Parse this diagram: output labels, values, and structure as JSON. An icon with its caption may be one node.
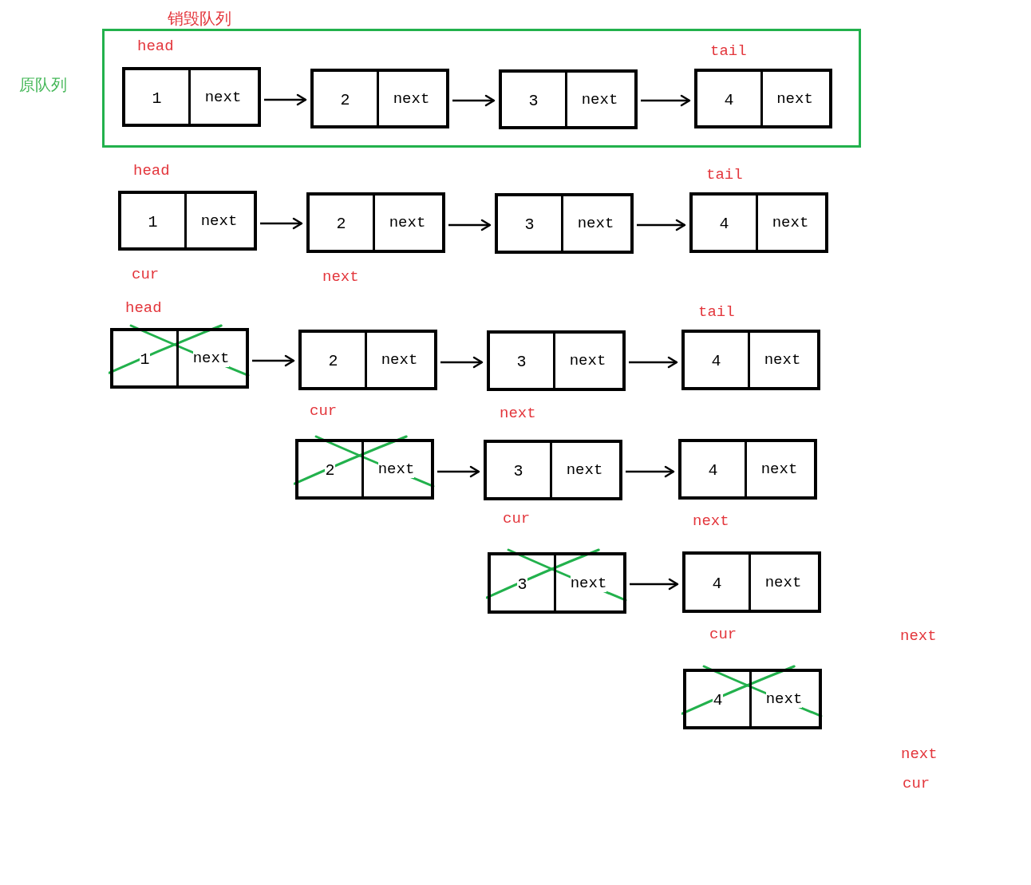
{
  "diagram": {
    "title": "销毁队列",
    "nodes": [
      {
        "text": [],
        "shape": "box",
        "beside": [
          "原队列"
        ]
      },
      {
        "text": [
          "1",
          "next"
        ],
        "in": 0,
        "beside": [
          "head"
        ]
      },
      {
        "text": [
          "2",
          "next"
        ],
        "in": 0
      },
      {
        "text": [
          "3",
          "next"
        ],
        "in": 0
      },
      {
        "text": [
          "4",
          "next"
        ],
        "in": 0,
        "beside": [
          "tail"
        ]
      },
      {
        "text": [
          "1",
          "next"
        ],
        "beside": [
          "head",
          "cur"
        ]
      },
      {
        "text": [
          "2",
          "next"
        ],
        "beside": [
          "next"
        ]
      },
      {
        "text": [
          "3",
          "next"
        ]
      },
      {
        "text": [
          "4",
          "next"
        ],
        "beside": [
          "tail"
        ]
      },
      {
        "text": [
          "1",
          "next"
        ],
        "beside": [
          "head"
        ]
      },
      {
        "text": [
          "2",
          "next"
        ],
        "beside": [
          "cur"
        ]
      },
      {
        "text": [
          "3",
          "next"
        ],
        "beside": [
          "next"
        ]
      },
      {
        "text": [
          "4",
          "next"
        ],
        "beside": [
          "tail"
        ]
      },
      {
        "text": [
          "2",
          "next"
        ]
      },
      {
        "text": [
          "3",
          "next"
        ],
        "beside": [
          "cur"
        ]
      },
      {
        "text": [
          "4",
          "next"
        ],
        "beside": [
          "next"
        ]
      },
      {
        "text": [
          "3",
          "next"
        ]
      },
      {
        "text": [
          "4",
          "next"
        ],
        "beside": [
          "cur"
        ]
      },
      {
        "text": [
          "4",
          "next"
        ]
      }
    ],
    "edges": [
      {
        "from": 1,
        "to": 2,
        "arrow": "to"
      },
      {
        "from": 2,
        "to": 3,
        "arrow": "to"
      },
      {
        "from": 3,
        "to": 4,
        "arrow": "to"
      },
      {
        "from": 5,
        "to": 6,
        "arrow": "to"
      },
      {
        "from": 6,
        "to": 7,
        "arrow": "to"
      },
      {
        "from": 7,
        "to": 8,
        "arrow": "to"
      },
      {
        "from": 9,
        "to": 10,
        "arrow": "to"
      },
      {
        "from": 10,
        "to": 11,
        "arrow": "to"
      },
      {
        "from": 11,
        "to": 12,
        "arrow": "to"
      },
      {
        "from": 13,
        "to": 14,
        "arrow": "to"
      },
      {
        "from": 14,
        "to": 15,
        "arrow": "to"
      },
      {
        "from": 16,
        "to": 17,
        "arrow": "to"
      }
    ],
    "labels": [
      "next",
      "next",
      "cur"
    ]
  }
}
